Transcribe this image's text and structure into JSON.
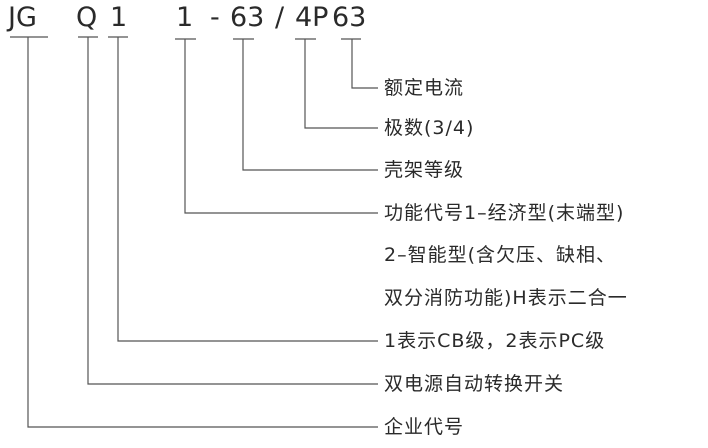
{
  "model_code": {
    "segments": [
      "JG",
      "Q",
      "1",
      "1",
      "-",
      "63",
      "/",
      "4P",
      "63"
    ]
  },
  "labels": [
    "额定电流",
    "极数(3/4)",
    "壳架等级",
    "功能代号1–经济型(末端型)",
    "2–智能型(含欠压、缺相、",
    "双分消防功能)H表示二合一",
    "1表示CB级，2表示PC级",
    "双电源自动转换开关",
    "企业代号"
  ]
}
